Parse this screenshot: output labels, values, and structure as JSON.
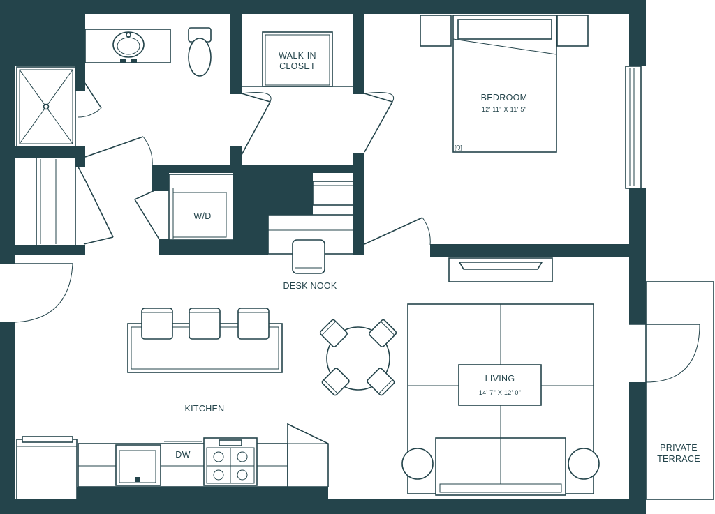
{
  "colors": {
    "wall": "#24444b",
    "background": "#ffffff"
  },
  "rooms": {
    "walk_in_closet": {
      "line1": "WALK-IN",
      "line2": "CLOSET"
    },
    "bedroom": {
      "name": "BEDROOM",
      "dims": "12' 11\" X 11' 5\""
    },
    "washer_dryer": {
      "name": "W/D"
    },
    "desk_nook": {
      "name": "DESK NOOK"
    },
    "kitchen": {
      "name": "KITCHEN"
    },
    "dishwasher": {
      "name": "DW"
    },
    "living": {
      "name": "LIVING",
      "dims": "14' 7\" X 12' 0\""
    },
    "private_terrace": {
      "line1": "PRIVATE",
      "line2": "TERRACE"
    }
  },
  "bed_marker": "[Q]"
}
